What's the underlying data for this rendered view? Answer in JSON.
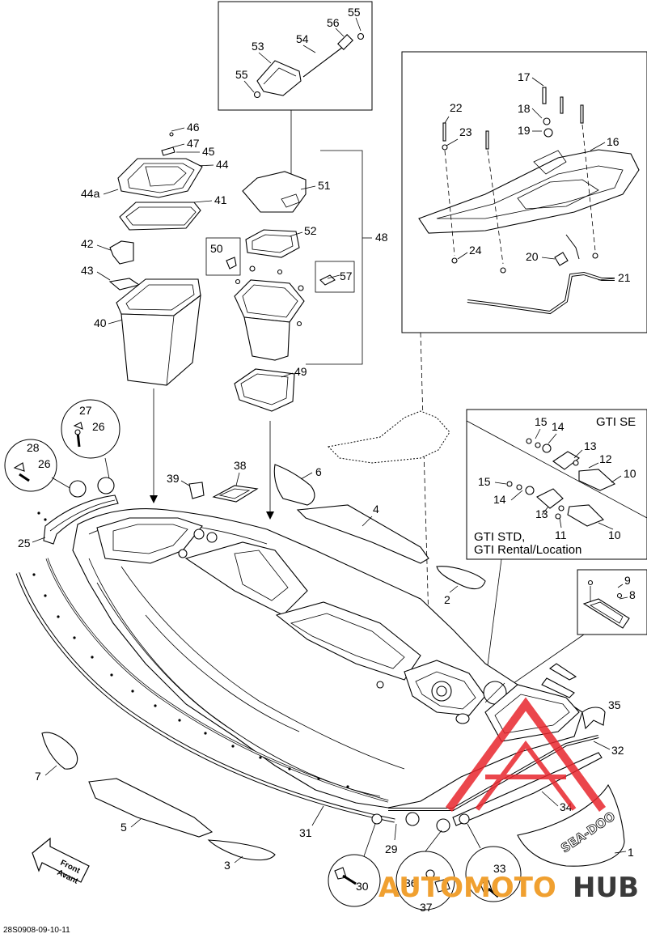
{
  "figure_code": "28S0908-09-10-11",
  "front_arrow": {
    "line1": "Front",
    "line2": "Avant"
  },
  "callouts": {
    "c1": "1",
    "c2": "2",
    "c3": "3",
    "c4": "4",
    "c5": "5",
    "c6": "6",
    "c7": "7",
    "c8": "8",
    "c9": "9",
    "c10a": "10",
    "c10b": "10",
    "c11": "11",
    "c12": "12",
    "c13a": "13",
    "c13b": "13",
    "c14a": "14",
    "c14b": "14",
    "c15a": "15",
    "c15b": "15",
    "c16": "16",
    "c17": "17",
    "c18": "18",
    "c19": "19",
    "c20": "20",
    "c21": "21",
    "c22": "22",
    "c23": "23",
    "c24": "24",
    "c25": "25",
    "c26a": "26",
    "c26b": "26",
    "c27": "27",
    "c28": "28",
    "c29": "29",
    "c30": "30",
    "c31": "31",
    "c32": "32",
    "c33": "33",
    "c34": "34",
    "c35": "35",
    "c36": "36",
    "c37": "37",
    "c38": "38",
    "c39": "39",
    "c40": "40",
    "c41": "41",
    "c42": "42",
    "c43": "43",
    "c44": "44",
    "c44a": "44a",
    "c45": "45",
    "c46": "46",
    "c47": "47",
    "c48": "48",
    "c49": "49",
    "c50": "50",
    "c51": "51",
    "c52": "52",
    "c53": "53",
    "c54": "54",
    "c55a": "55",
    "c55b": "55",
    "c56": "56",
    "c57": "57"
  },
  "variants": {
    "se": "GTI SE",
    "std_line1": "GTI STD,",
    "std_line2": "GTI Rental/Location"
  },
  "decal_text": "SEA-DOO",
  "watermark": {
    "part1": "AUTOMOTO",
    "part2": "HUB",
    "color1": "#f0a030",
    "color2": "#3a3a3a",
    "logo_color": "#e8262d"
  }
}
